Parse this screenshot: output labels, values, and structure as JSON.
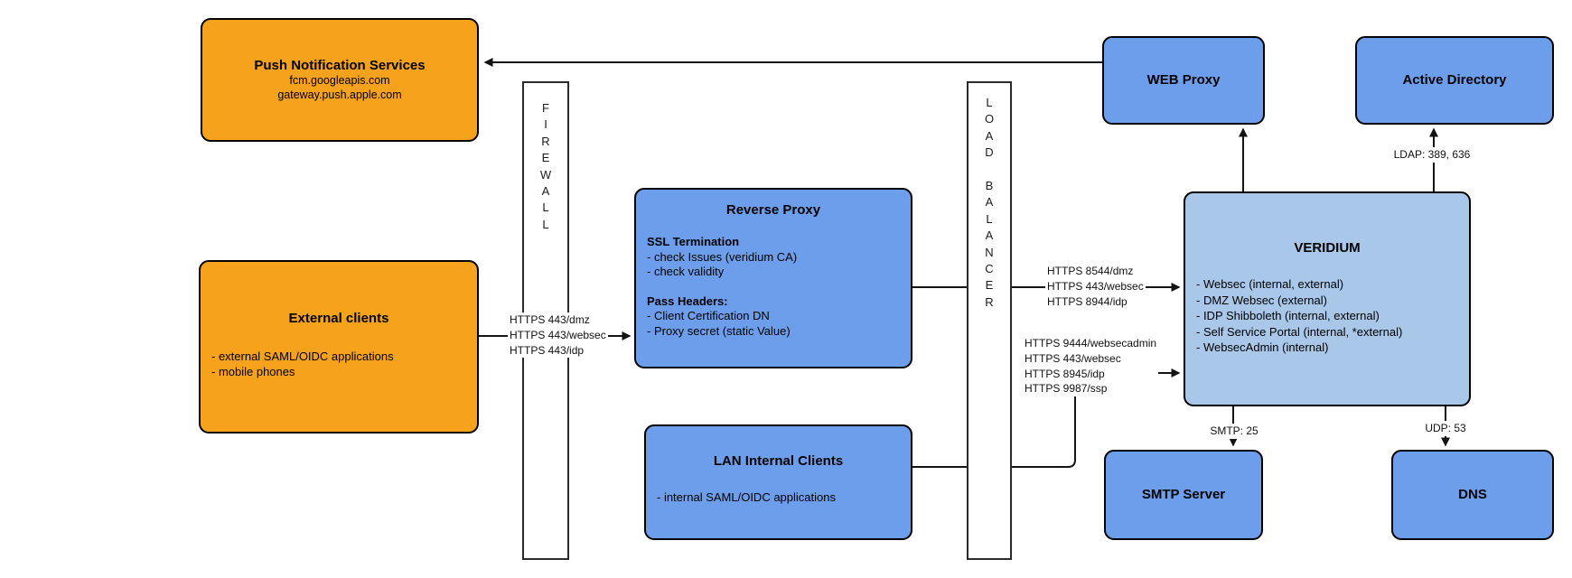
{
  "colors": {
    "client_orange": "#F6A21C",
    "service_blue": "#6D9EEB",
    "veridium_lightblue": "#A8C7E9",
    "line_black": "#141414"
  },
  "nodes": {
    "push_notification": {
      "title": "Push Notification Services",
      "lines": [
        "fcm.googleapis.com",
        "gateway.push.apple.com"
      ]
    },
    "external_clients": {
      "title": "External clients",
      "items": [
        "- external SAML/OIDC applications",
        "- mobile phones"
      ]
    },
    "firewall": {
      "label": "F\nI\nR\nE\nW\nA\nL\nL"
    },
    "reverse_proxy": {
      "title": "Reverse Proxy",
      "ssl_heading": "SSL Termination",
      "ssl_items": [
        "- check Issues (veridium CA)",
        "- check validity"
      ],
      "headers_heading": "Pass Headers:",
      "headers_items": [
        "- Client Certification DN",
        "- Proxy secret (static Value)"
      ]
    },
    "lan_internal_clients": {
      "title": "LAN Internal Clients",
      "items": [
        "- internal SAML/OIDC applications"
      ]
    },
    "load_balancer": {
      "label": "L\nO\nA\nD\n\nB\nA\nL\nA\nN\nC\nE\nR"
    },
    "web_proxy": {
      "title": "WEB Proxy"
    },
    "active_directory": {
      "title": "Active Directory"
    },
    "veridium": {
      "title": "VERIDIUM",
      "items": [
        "- Websec (internal, external)",
        "- DMZ Websec (external)",
        "- IDP Shibboleth (internal, external)",
        "- Self Service Portal (internal, *external)",
        "- WebsecAdmin (internal)"
      ]
    },
    "smtp_server": {
      "title": "SMTP Server"
    },
    "dns": {
      "title": "DNS"
    }
  },
  "edge_labels": {
    "external_to_proxy": [
      "HTTPS 443/dmz",
      "HTTPS 443/websec",
      "HTTPS 443/idp"
    ],
    "loadbalancer_to_veridium": [
      "HTTPS 8544/dmz",
      "HTTPS 443/websec",
      "HTTPS 8944/idp"
    ],
    "lan_to_veridium": [
      "HTTPS 9444/websecadmin",
      "HTTPS 443/websec",
      "HTTPS 8945/idp",
      "HTTPS 9987/ssp"
    ],
    "ldap_ports": "LDAP: 389, 636",
    "smtp_port": "SMTP: 25",
    "udp_port": "UDP: 53"
  }
}
